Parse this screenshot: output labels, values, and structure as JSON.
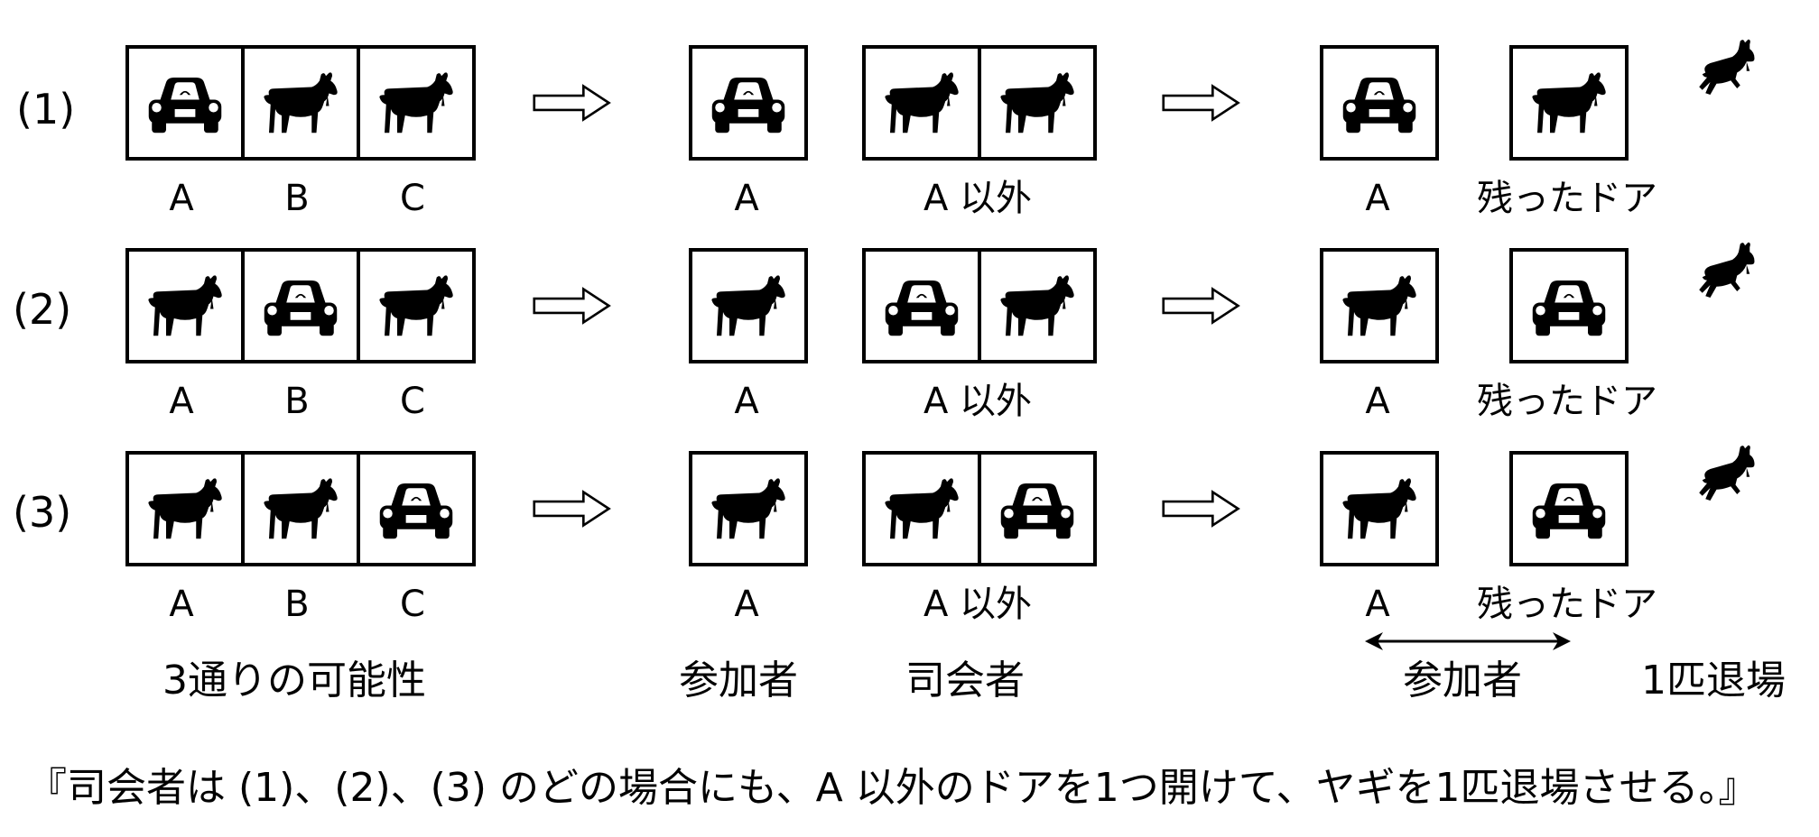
{
  "rows": [
    {
      "label": "(1)",
      "doors": [
        "car",
        "goat",
        "goat"
      ],
      "door_labels": [
        "A",
        "B",
        "C"
      ],
      "participant": {
        "contents": [
          "car"
        ],
        "label": "A"
      },
      "host": {
        "contents": [
          "goat",
          "goat"
        ],
        "label": "A 以外"
      },
      "final_participant": {
        "contents": "car",
        "label": "A"
      },
      "final_remaining": {
        "contents": "goat",
        "label": "残ったドア"
      }
    },
    {
      "label": "(2)",
      "doors": [
        "goat",
        "car",
        "goat"
      ],
      "door_labels": [
        "A",
        "B",
        "C"
      ],
      "participant": {
        "contents": [
          "goat"
        ],
        "label": "A"
      },
      "host": {
        "contents": [
          "car",
          "goat"
        ],
        "label": "A 以外"
      },
      "final_participant": {
        "contents": "goat",
        "label": "A"
      },
      "final_remaining": {
        "contents": "car",
        "label": "残ったドア"
      }
    },
    {
      "label": "(3)",
      "doors": [
        "goat",
        "goat",
        "car"
      ],
      "door_labels": [
        "A",
        "B",
        "C"
      ],
      "participant": {
        "contents": [
          "goat"
        ],
        "label": "A"
      },
      "host": {
        "contents": [
          "goat",
          "car"
        ],
        "label": "A 以外"
      },
      "final_participant": {
        "contents": "goat",
        "label": "A"
      },
      "final_remaining": {
        "contents": "car",
        "label": "残ったドア"
      }
    }
  ],
  "captions": {
    "possibilities": "3通りの可能性",
    "participant": "参加者",
    "host": "司会者",
    "participant_choice": "参加者",
    "goat_exit": "1匹退場"
  },
  "bottom_text": "『司会者は (1)、(2)、(3) のどの場合にも、A 以外のドアを1つ開けて、ヤギを1匹退場させる。』",
  "icons": {
    "car": "car-icon",
    "goat": "goat-icon",
    "leaving_goat": "running-goat-icon",
    "arrow": "right-arrow-icon"
  }
}
